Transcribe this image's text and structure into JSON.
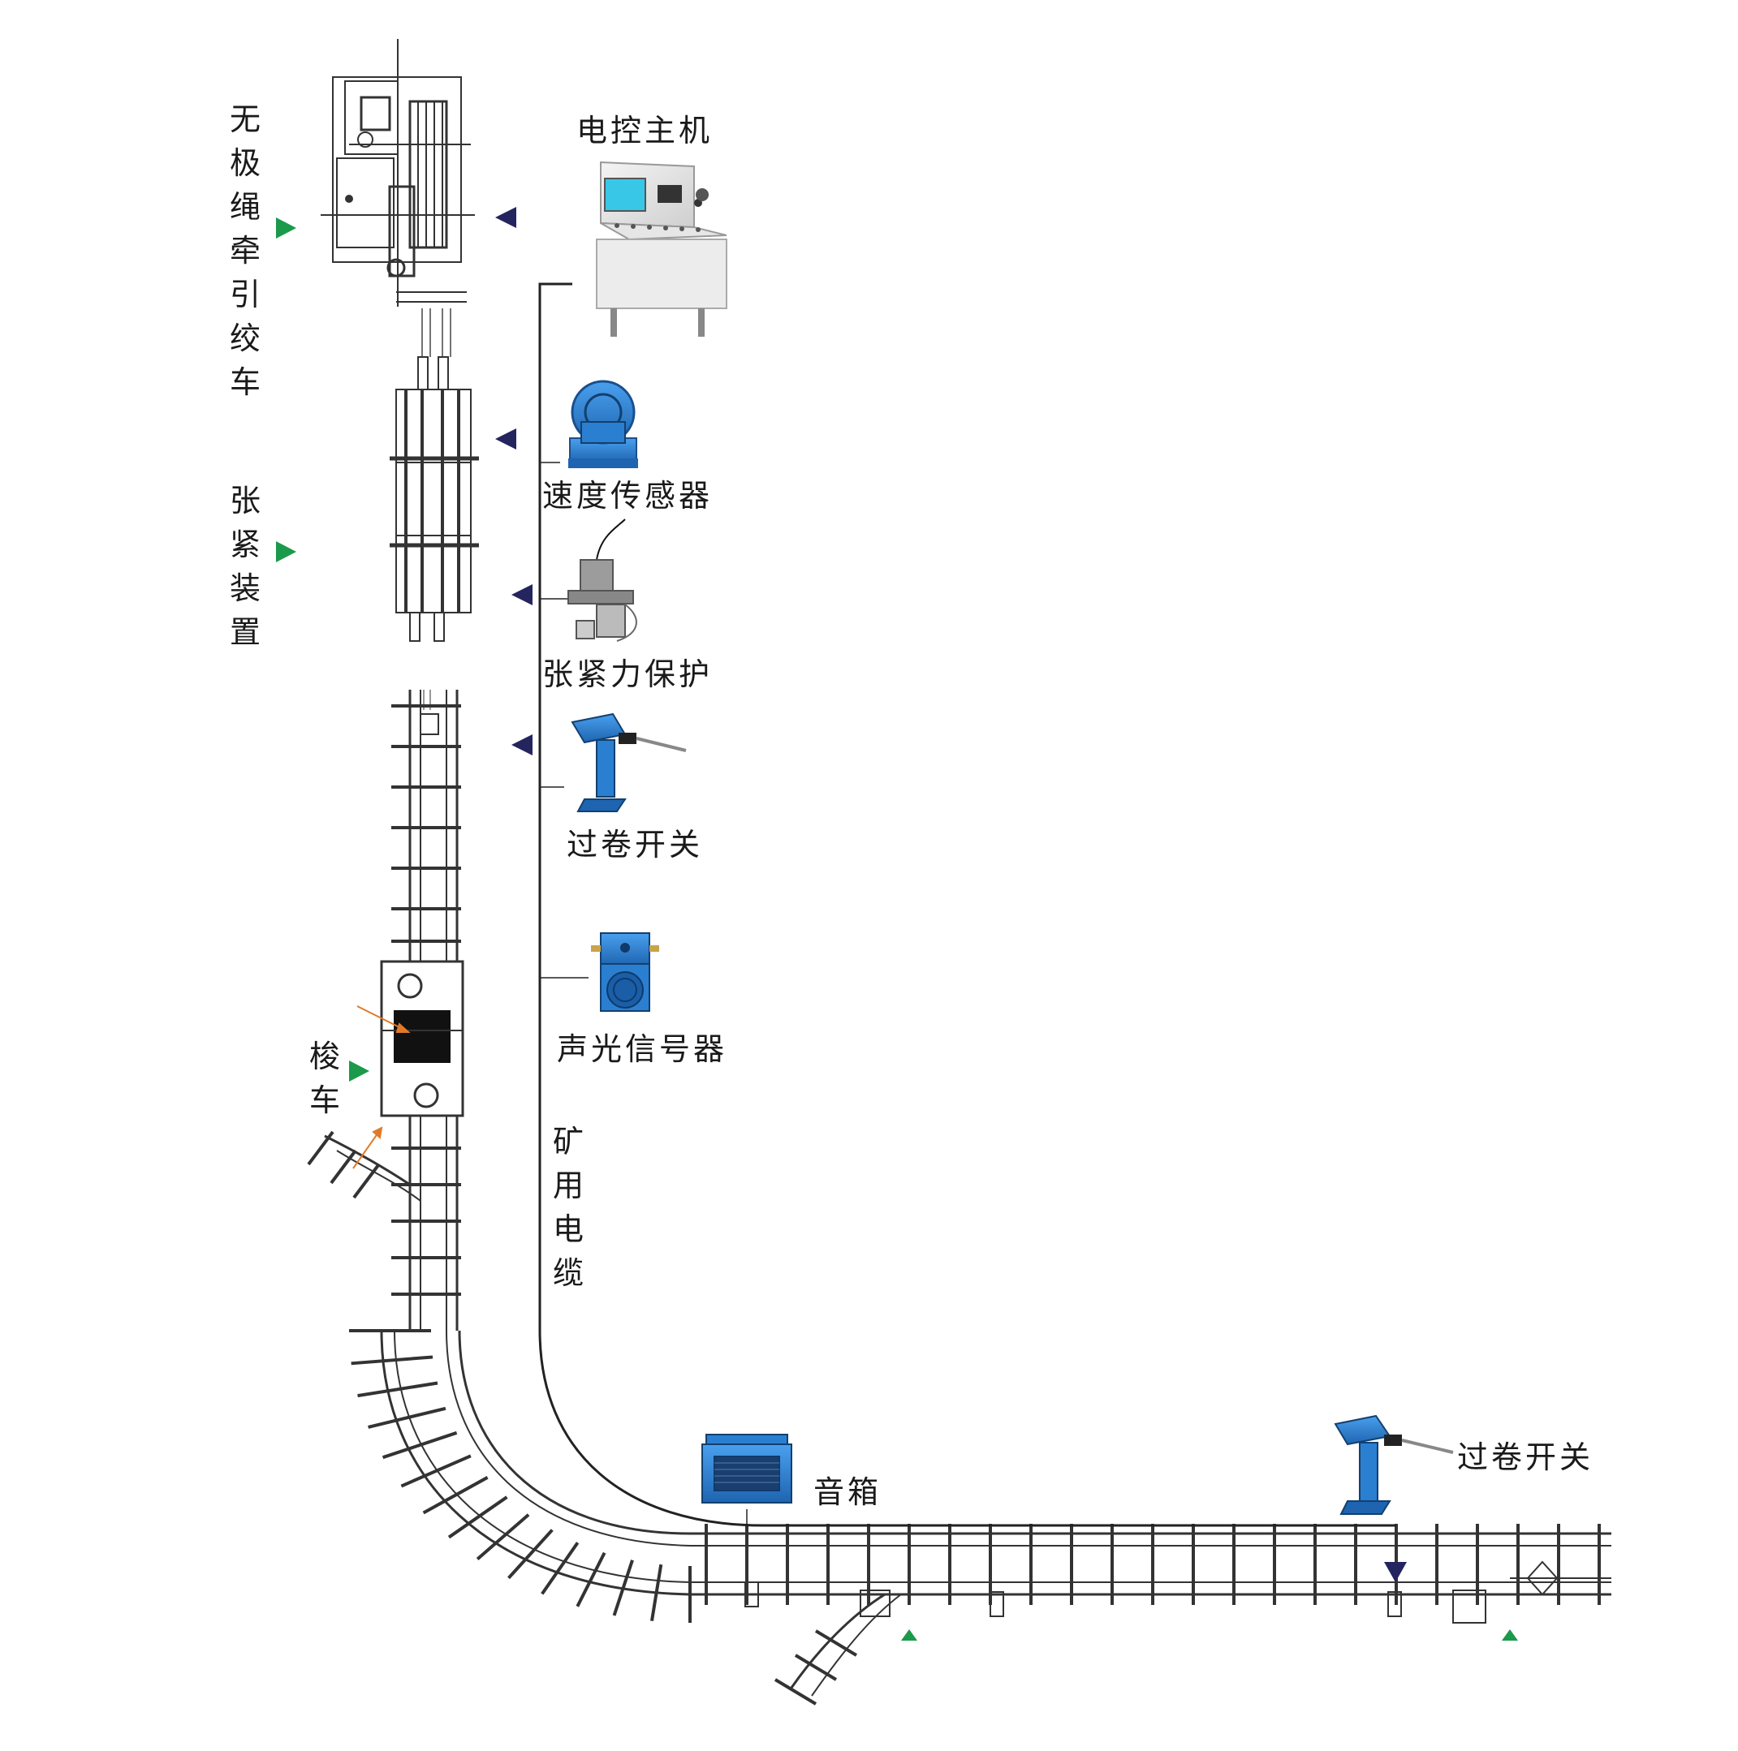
{
  "labels": {
    "winch": "无极绳牵引绞车",
    "tensioner": "张紧装置",
    "shuttle_car": "梭车",
    "mine_cable": "矿用电缆",
    "control_host": "电控主机",
    "speed_sensor": "速度传感器",
    "tension_protection": "张紧力保护",
    "overwind_switch_1": "过卷开关",
    "sound_light_signal": "声光信号器",
    "speaker": "音箱",
    "overwind_switch_2": "过卷开关"
  },
  "colors": {
    "equipment_blue": "#2b7fd0",
    "green_marker": "#1a9a4a",
    "navy_marker": "#24245e",
    "orange_arrow": "#e07a2a",
    "cable": "#222222",
    "drawing": "#333333"
  },
  "icons": {
    "control_host": "control-console-icon",
    "speed_sensor": "speed-sensor-icon",
    "tension_protection": "tension-sensor-icon",
    "overwind_switch": "limit-switch-icon",
    "sound_light_signal": "signal-box-icon",
    "speaker": "speaker-box-icon"
  }
}
